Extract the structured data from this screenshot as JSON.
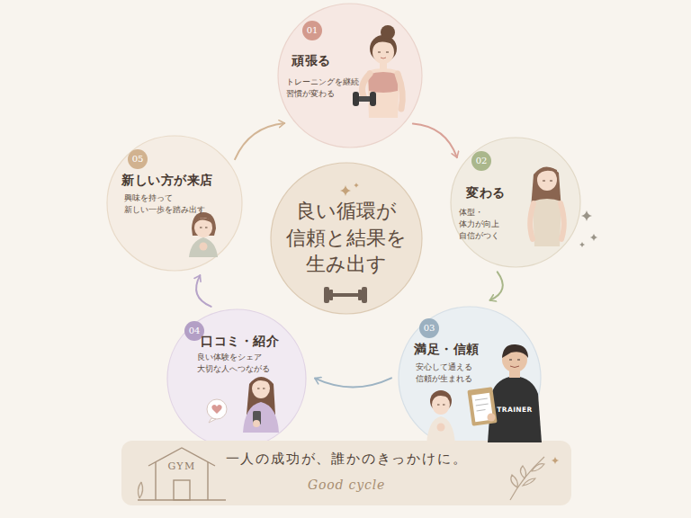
{
  "diagram": {
    "nodes": [
      {
        "text": [
          "01",
          "頑張る",
          "トレーニングを継続 習慣が変わる"
        ]
      },
      {
        "text": [
          "02",
          "変わる",
          "体型・体力が向上 自信がつく"
        ]
      },
      {
        "text": [
          "03",
          "満足・信頼",
          "安心して通える 信頼が生まれる"
        ]
      },
      {
        "text": [
          "04",
          "口コミ・紹介",
          "良い体験をシェア 大切な人へつながる"
        ]
      },
      {
        "text": [
          "05",
          "新しい方が来店",
          "興味を持って 新しい一歩を踏み出す"
        ]
      },
      {
        "text": [
          "良い循環が 信頼と結果を 生み出す"
        ]
      },
      {
        "text": [
          "一人の成功が、誰かのきっかけに。",
          "Good cycle"
        ]
      }
    ],
    "edges": [
      {
        "from": 0,
        "to": 1,
        "arrow": "to"
      },
      {
        "from": 1,
        "to": 2,
        "arrow": "to"
      },
      {
        "from": 2,
        "to": 3,
        "arrow": "to"
      },
      {
        "from": 3,
        "to": 4,
        "arrow": "to"
      },
      {
        "from": 4,
        "to": 0,
        "arrow": "to"
      }
    ],
    "labels": [
      "TRAINER",
      "GYM"
    ]
  }
}
